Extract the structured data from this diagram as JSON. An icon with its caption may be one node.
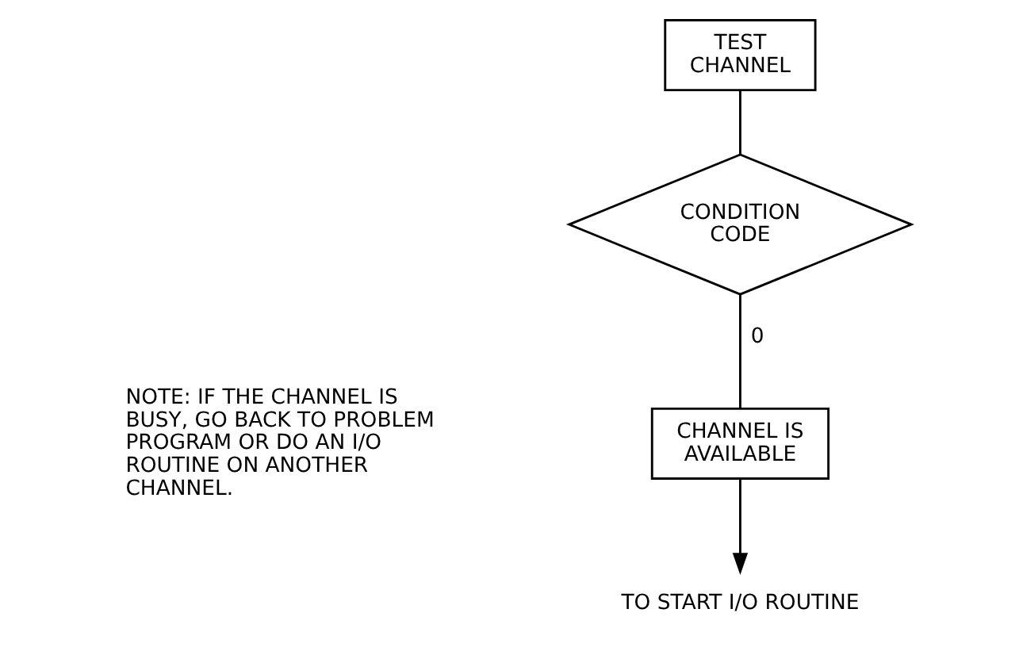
{
  "diagram": {
    "nodes": [
      {
        "text": [
          "TEST CHANNEL"
        ]
      },
      {
        "text": [
          "CONDITION CODE"
        ]
      },
      {
        "text": [
          "CHANNEL IS AVAILABLE"
        ]
      },
      {
        "text": [
          "TO START I/O ROUTINE"
        ]
      }
    ],
    "edges": [
      {
        "from": 0,
        "to": 1,
        "arrow": "none"
      },
      {
        "from": 1,
        "to": 2,
        "arrow": "none",
        "label": "0"
      },
      {
        "from": 2,
        "to": 3,
        "arrow": "to"
      }
    ],
    "labels": [
      "NOTE: IF THE CHANNEL IS BUSY, GO BACK TO PROBLEM PROGRAM OR DO AN I/O ROUTINE ON ANOTHER CHANNEL."
    ]
  }
}
